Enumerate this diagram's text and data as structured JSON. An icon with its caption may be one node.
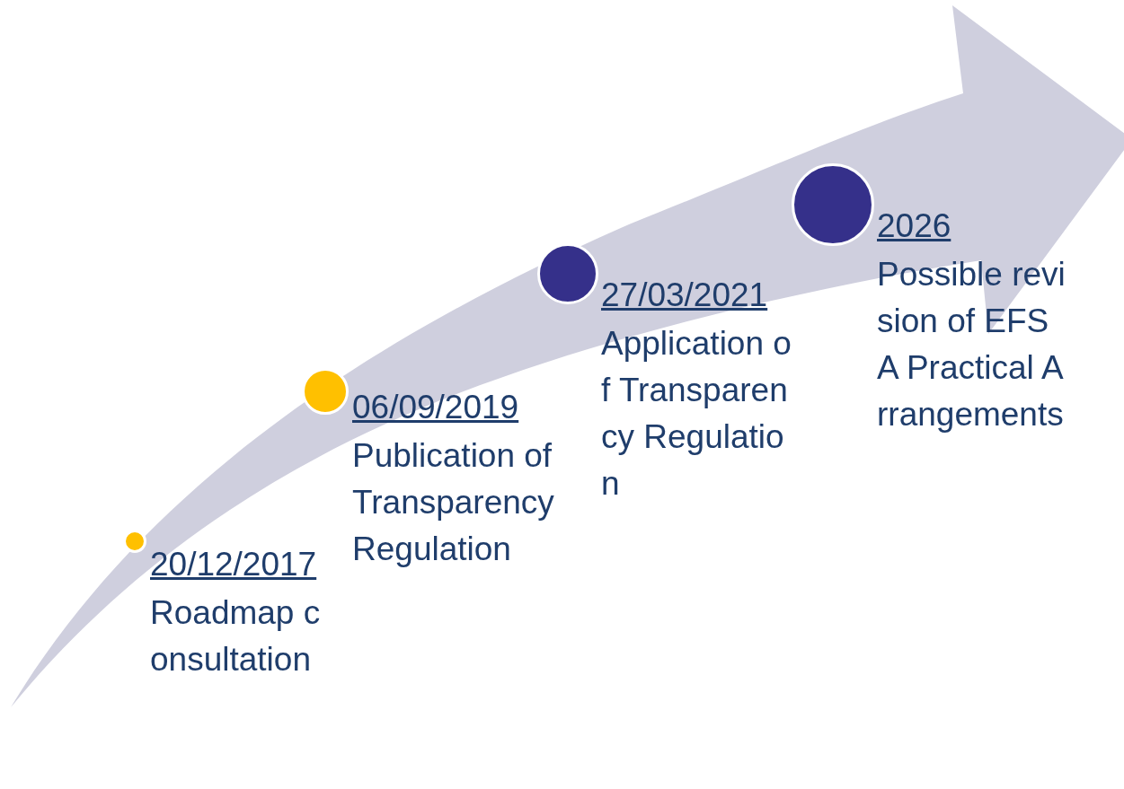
{
  "diagram": {
    "nodes": [
      {
        "text": [],
        "shape": "circle",
        "beside": [
          "20/12/2017",
          "Roadmap consultation"
        ]
      },
      {
        "text": [],
        "shape": "circle",
        "beside": [
          "06/09/2019",
          "Publication of Transparency Regulation"
        ]
      },
      {
        "text": [],
        "shape": "circle",
        "beside": [
          "27/03/2021",
          "Application of Transparency Regulation"
        ]
      },
      {
        "text": [],
        "shape": "circle",
        "beside": [
          "2026",
          "Possible revision of EFSA Practical Arrangements"
        ]
      }
    ],
    "edges": []
  }
}
